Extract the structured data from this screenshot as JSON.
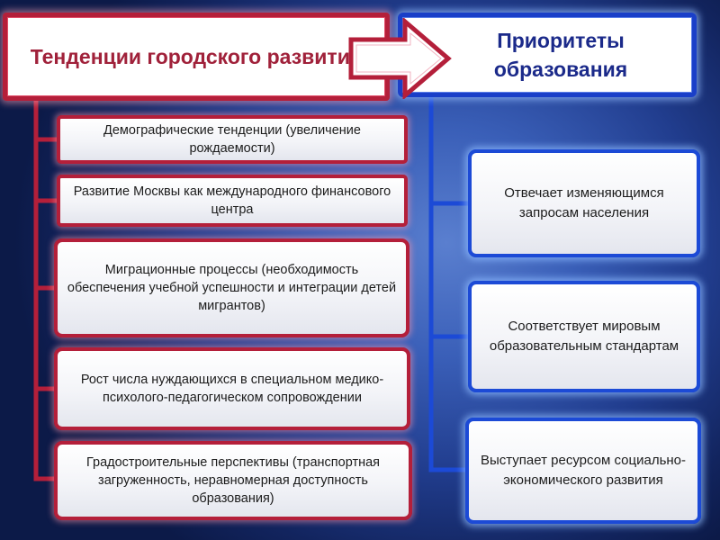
{
  "left_header": {
    "title": "Тенденции городского развития"
  },
  "right_header": {
    "title": "Приоритеты образования"
  },
  "trends": [
    "Демографические тенденции (увеличение рождаемости)",
    "Развитие Москвы как международного финансового центра",
    "Миграционные процессы (необходимость обеспечения учебной успешности и интеграции детей мигрантов)",
    "Рост числа нуждающихся в специальном медико-психолого-педагогическом сопровождении",
    "Градостроительные перспективы (транспортная загруженность, неравномерная доступность образования)"
  ],
  "priorities": [
    "Отвечает изменяющимся запросам населения",
    "Соответствует мировым образовательным стандартам",
    "Выступает ресурсом социально-экономического развития"
  ],
  "colors": {
    "trend_accent": "#b41f3a",
    "priority_accent": "#1c4ad6",
    "background": "#213d8e"
  }
}
